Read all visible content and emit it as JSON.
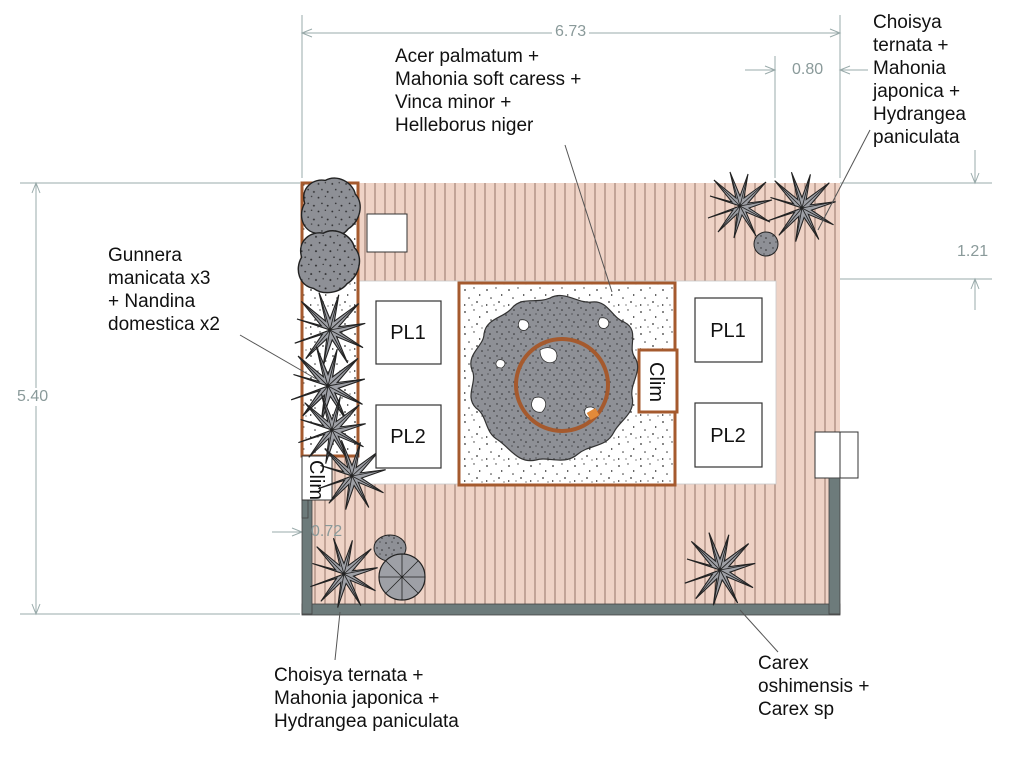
{
  "dimensions": {
    "width": "6.73",
    "height": "5.40",
    "corner_offset": "0.80",
    "right_offset": "1.21",
    "left_offset": "0.72"
  },
  "planters": {
    "left_top": "PL1",
    "left_bottom": "PL2",
    "right_top": "PL1",
    "right_bottom": "PL2"
  },
  "climbers": {
    "center": "Clim",
    "left": "Clim"
  },
  "annotations": {
    "top_center": [
      "Acer palmatum +",
      "Mahonia soft caress +",
      "Vinca minor +",
      "Helleborus niger"
    ],
    "top_right": [
      "Choisya",
      "ternata +",
      "Mahonia",
      "japonica +",
      "Hydrangea",
      "paniculata"
    ],
    "left": [
      "Gunnera",
      "manicata x3",
      "+ Nandina",
      "domestica x2"
    ],
    "bottom_left": [
      "Choisya ternata +",
      "Mahonia japonica +",
      "Hydrangea paniculata"
    ],
    "bottom_right": [
      "Carex",
      "oshimensis +",
      "Carex sp"
    ]
  },
  "colors": {
    "deck": "#efd3c6",
    "deck_lines": "#8a6a5e",
    "planter_border": "#a55a2e",
    "wall": "#6d7b7b",
    "dim_line": "#9aabab",
    "plant_gray": "#8e9096"
  }
}
